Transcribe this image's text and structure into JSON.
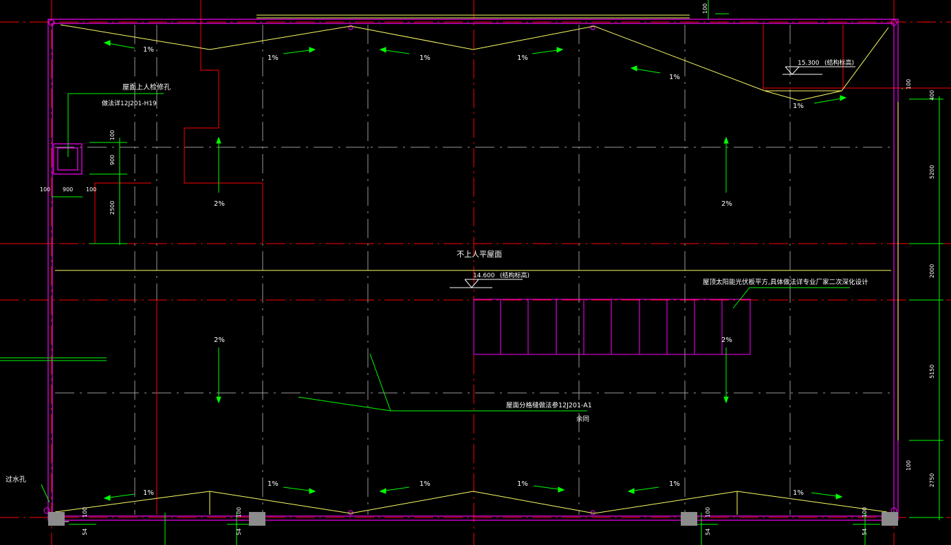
{
  "drawing": {
    "slopes": {
      "top_one_percent": [
        "1%",
        "1%",
        "1%",
        "1%",
        "1%",
        "1%"
      ],
      "bottom_one_percent": [
        "1%",
        "1%",
        "1%",
        "1%",
        "1%",
        "1%"
      ],
      "two_percent": [
        "2%",
        "2%",
        "2%",
        "2%"
      ]
    },
    "labels": {
      "roof_hatch": "屋面上人检修孔",
      "roof_hatch_ref": "做法详12J201-H19",
      "non_accessible_roof": "不上人平屋面",
      "elev_main": "14.600",
      "elev_main_note": "(结构标高)",
      "elev_top": "15.300",
      "elev_top_note": "(结构标高)",
      "solar_note": "屋顶太阳能光伏板平方,具体做法详专业厂家二次深化设计",
      "grid_joint_note": "屋面分格缝做法参12J201-A1",
      "remaining": "余同",
      "drain_hole": "过水孔"
    },
    "dimensions": {
      "right": [
        "400",
        "5200",
        "2000",
        "5150",
        "2750"
      ],
      "hatch_width": [
        "100",
        "900",
        "100"
      ],
      "hatch_height": [
        "100",
        "900",
        "2500"
      ],
      "top_small": "100",
      "right_small_top": "100",
      "right_small_bottom": "100",
      "bottom_small": [
        "100",
        "100",
        "100",
        "100"
      ],
      "bottom_54": [
        "54",
        "54",
        "54",
        "54"
      ]
    },
    "colors": {
      "background": "#000000",
      "grid_red": "#ff0000",
      "grid_gray": "#9a9a9a",
      "wall_magenta": "#ff00ff",
      "slope_yellow": "#ffff66",
      "arrow_green": "#00ff00",
      "text_white": "#ffffff",
      "column_gray": "#8c8c8c"
    }
  }
}
